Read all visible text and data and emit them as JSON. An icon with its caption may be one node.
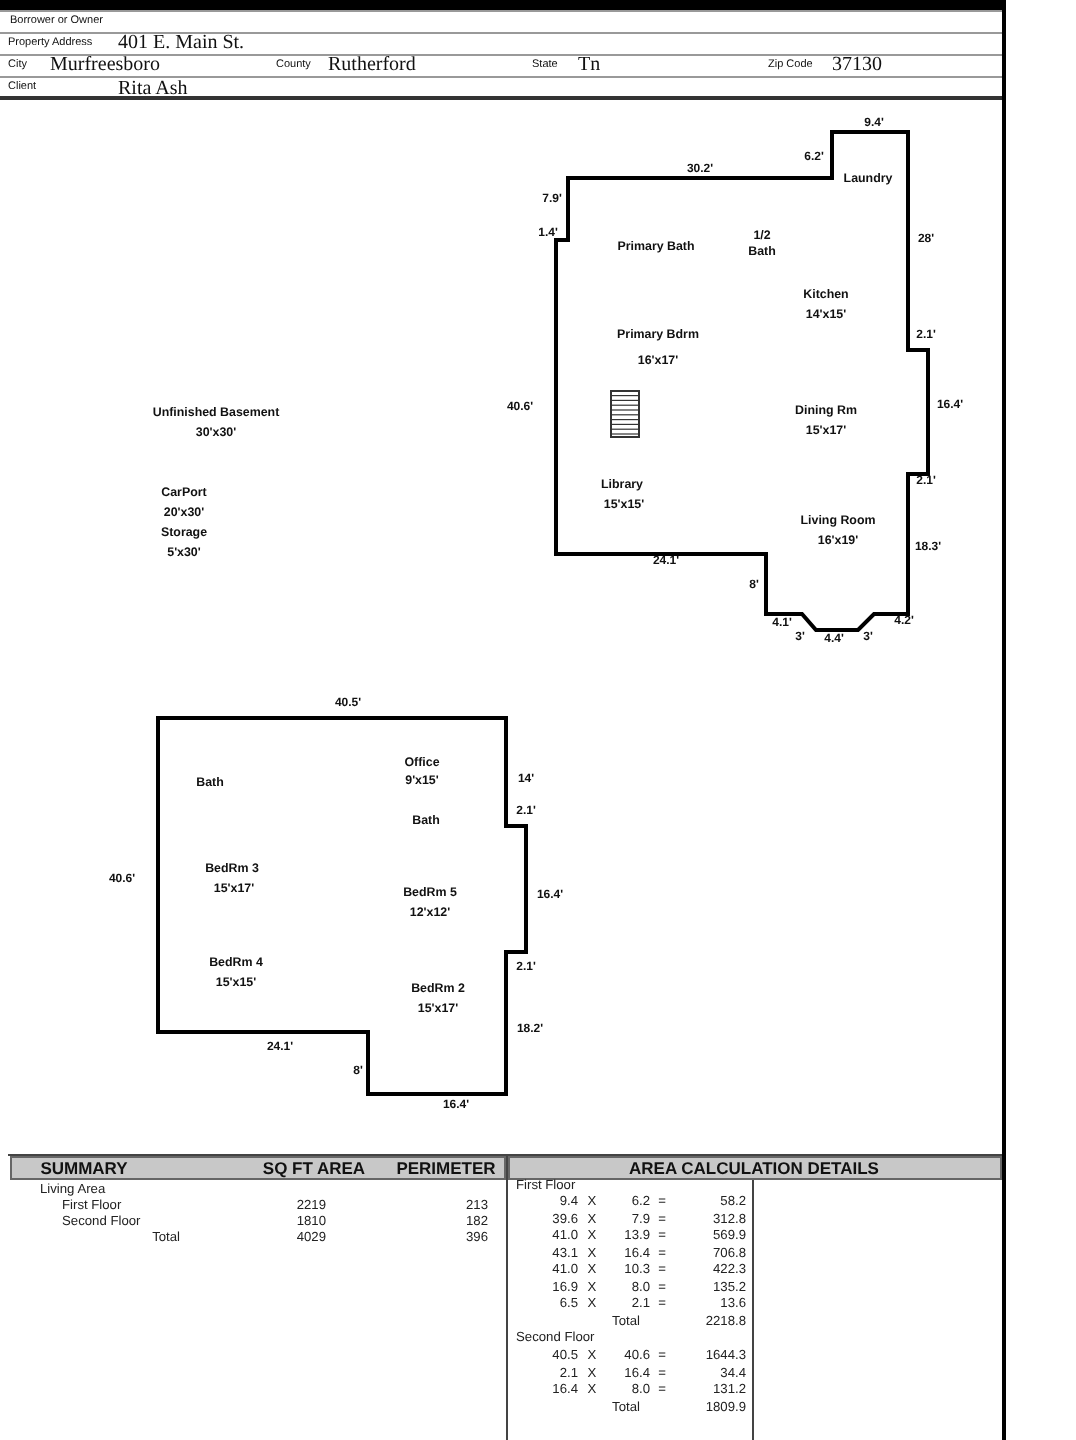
{
  "diagram": {
    "nodes": [
      {
        "text": [
          "Laundry",
          "Primary Bath",
          "1/2 Bath",
          "Kitchen",
          "14'x15'",
          "Primary Bdrm",
          "16'x17'",
          "Dining Rm",
          "15'x17'",
          "Library",
          "15'x15'",
          "Living Room",
          "16'x19'"
        ],
        "beside": [
          "9.4'",
          "6.2'",
          "30.2'",
          "7.9'",
          "1.4'",
          "28'",
          "2.1'",
          "40.6'",
          "16.4'",
          "2.1'",
          "18.3'",
          "24.1'",
          "8'",
          "4.1'",
          "3'",
          "4.4'",
          "3'",
          "4.2'"
        ]
      },
      {
        "text": [
          "Office",
          "9'x15'",
          "Bath",
          "Bath",
          "BedRm 3",
          "15'x17'",
          "BedRm 5",
          "12'x12'",
          "BedRm 4",
          "15'x15'",
          "BedRm 2",
          "15'x17'"
        ],
        "beside": [
          "40.5'",
          "14'",
          "2.1'",
          "40.6'",
          "16.4'",
          "2.1'",
          "18.2'",
          "24.1'",
          "8'",
          "16.4'"
        ]
      }
    ],
    "labels": [
      "Borrower or Owner",
      "Property Address",
      "401 E. Main St.",
      "City",
      "Murfreesboro",
      "County",
      "Rutherford",
      "State",
      "Tn",
      "Zip Code",
      "37130",
      "Client",
      "Rita Ash",
      "Unfinished Basement",
      "30'x30'",
      "CarPort",
      "20'x30'",
      "Storage",
      "5'x30'",
      "SUMMARY",
      "SQ FT AREA",
      "PERIMETER",
      "AREA CALCULATION DETAILS",
      "Living Area",
      "First Floor",
      "2219",
      "213",
      "Second Floor",
      "1810",
      "182",
      "Total",
      "4029",
      "396",
      "First Floor",
      "9.4",
      "X",
      "6.2",
      "=",
      "58.2",
      "39.6",
      "X",
      "7.9",
      "=",
      "312.8",
      "41.0",
      "X",
      "13.9",
      "=",
      "569.9",
      "43.1",
      "X",
      "16.4",
      "=",
      "706.8",
      "41.0",
      "X",
      "10.3",
      "=",
      "422.3",
      "16.9",
      "X",
      "8.0",
      "=",
      "135.2",
      "6.5",
      "X",
      "2.1",
      "=",
      "13.6",
      "Total",
      "2218.8",
      "Second Floor",
      "40.5",
      "X",
      "40.6",
      "=",
      "1644.3",
      "2.1",
      "X",
      "16.4",
      "=",
      "34.4",
      "16.4",
      "X",
      "8.0",
      "=",
      "131.2",
      "Total",
      "1809.9"
    ]
  }
}
